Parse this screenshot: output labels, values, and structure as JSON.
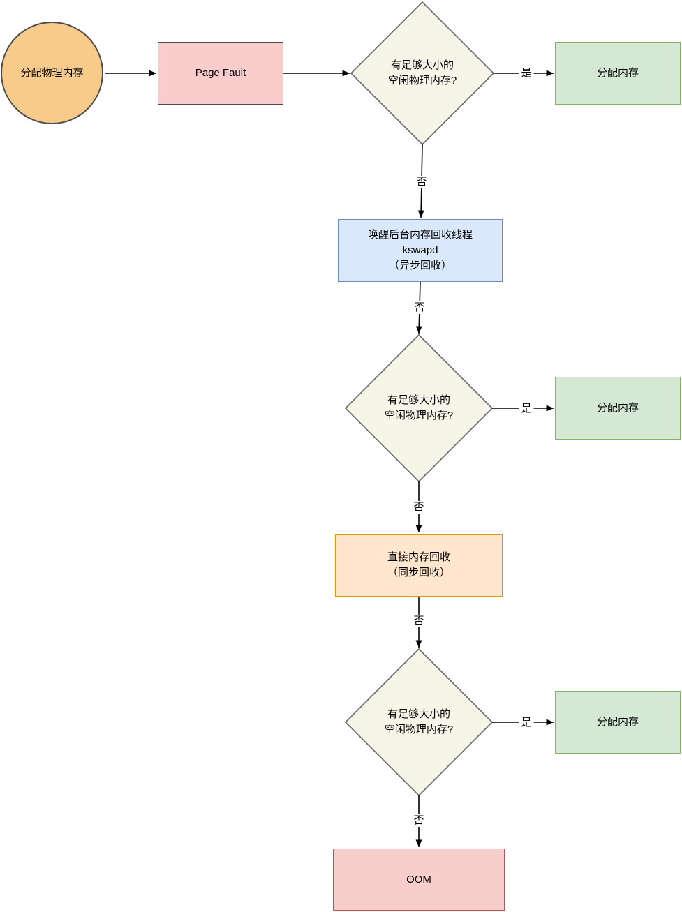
{
  "colors": {
    "canvas_bg": "#ffffff",
    "edge_color": "#000000",
    "start_fill": "#f9cb8b",
    "start_border": "#4d4d4d",
    "page_fault_fill": "#facccc",
    "page_fault_border": "#4d4d4d",
    "decision_fill": "#f7f5e7",
    "decision_border": "#666666",
    "allocate_fill": "#d5e8d4",
    "allocate_border": "#82b366",
    "kswapd_fill": "#dae8fc",
    "kswapd_border": "#6c8ebf",
    "direct_fill": "#ffe6cc",
    "direct_border": "#d79b00",
    "oom_fill": "#f8cecc",
    "oom_border": "#b85450"
  },
  "nodes": {
    "start": {
      "label": "分配物理内存",
      "shape": "circle"
    },
    "page_fault": {
      "label": "Page Fault",
      "shape": "rect"
    },
    "decision1": {
      "label": "有足够大小的\n空闲物理内存?",
      "shape": "diamond"
    },
    "allocate1": {
      "label": "分配内存",
      "shape": "rect"
    },
    "kswapd": {
      "label": "唤醒后台内存回收线程\nkswapd\n（异步回收）",
      "shape": "rect"
    },
    "decision2": {
      "label": "有足够大小的\n空闲物理内存?",
      "shape": "diamond"
    },
    "allocate2": {
      "label": "分配内存",
      "shape": "rect"
    },
    "direct_reclaim": {
      "label": "直接内存回收\n（同步回收）",
      "shape": "rect"
    },
    "decision3": {
      "label": "有足够大小的\n空闲物理内存?",
      "shape": "diamond"
    },
    "allocate3": {
      "label": "分配内存",
      "shape": "rect"
    },
    "oom": {
      "label": "OOM",
      "shape": "rect"
    }
  },
  "edge_labels": {
    "yes1": "是",
    "yes2": "是",
    "yes3": "是",
    "no1": "否",
    "no2": "否",
    "no3": "否",
    "no4": "否",
    "no5": "否"
  }
}
